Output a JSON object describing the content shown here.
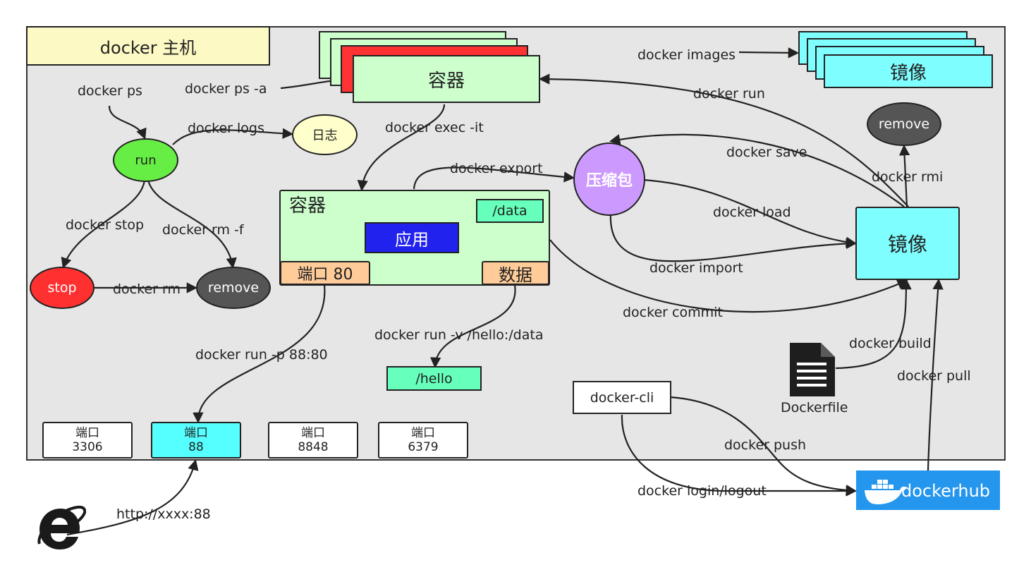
{
  "host": {
    "title": "docker 主机"
  },
  "containers_top": {
    "label": "容器"
  },
  "images_top": {
    "label": "镜像"
  },
  "container_detail": {
    "title": "容器",
    "app": "应用",
    "data_dir": "/data",
    "port": "端口 80",
    "data": "数据"
  },
  "states": {
    "run": "run",
    "stop": "stop",
    "remove_left": "remove",
    "logs": "日志",
    "archive": "压缩包",
    "remove_image": "remove"
  },
  "image_main": "镜像",
  "hello_dir": "/hello",
  "docker_cli": "docker-cli",
  "dockerfile": "Dockerfile",
  "dockerhub": "dockerhub",
  "ports": [
    {
      "label": "端口",
      "number": "3306"
    },
    {
      "label": "端口",
      "number": "88"
    },
    {
      "label": "端口",
      "number": "8848"
    },
    {
      "label": "端口",
      "number": "6379"
    }
  ],
  "commands": {
    "ps": "docker ps",
    "ps_a": "docker ps -a",
    "logs": "docker logs",
    "exec": "docker exec -it",
    "images": "docker images",
    "run": "docker run",
    "save": "docker save",
    "rmi": "docker rmi",
    "export": "docker export",
    "load": "docker load",
    "import": "docker import",
    "commit": "docker commit",
    "stop": "docker stop",
    "rm_f": "docker rm -f",
    "rm": "docker rm",
    "run_p": "docker run -p 88:80",
    "run_v": "docker run -v /hello:/data",
    "build": "docker build",
    "pull": "docker pull",
    "push": "docker push",
    "login": "docker login/logout",
    "url": "http://xxxx:88"
  },
  "colors": {
    "host_bg": "#e6e6e6",
    "title_bg": "#fdf9c4",
    "container_green": "#ccffcc",
    "stack_red": "#ff3333",
    "image_cyan": "#7ffeff",
    "run_green": "#66ee44",
    "stop_red": "#ff3030",
    "remove_gray": "#555555",
    "archive_purple": "#cc99ff",
    "logs_yellow": "#ffffcc",
    "app_blue": "#2222ee",
    "data_teal": "#66ffbb",
    "port_orange": "#ffcc99",
    "dockerhub_blue": "#2496ed"
  },
  "icons": [
    "dockerfile-document-icon",
    "internet-explorer-icon",
    "docker-whale-icon"
  ]
}
